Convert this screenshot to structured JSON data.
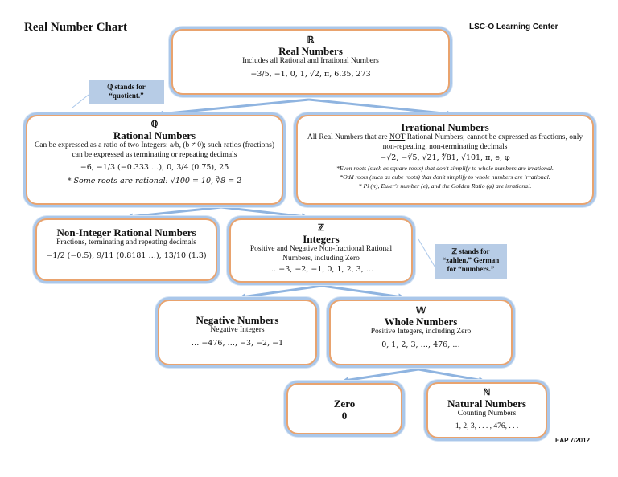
{
  "header": {
    "title": "Real Number Chart",
    "center": "LSC-O Learning Center",
    "credit": "EAP 7/2012"
  },
  "real": {
    "symbol": "ℝ",
    "name": "Real Numbers",
    "desc": "Includes all Rational and Irrational Numbers",
    "examples": "−3/5, −1, 0, 1, √2, π, 6.35, 273"
  },
  "rational": {
    "symbol": "ℚ",
    "name": "Rational Numbers",
    "desc": "Can be expressed as a ratio of two Integers: a/b, (b ≠ 0); such ratios (fractions) can be expressed as terminating or repeating decimals",
    "examples": "−6, −1/3 (−0.333 …), 0, 3/4 (0.75), 25",
    "note": "* Some roots are rational: √100 = 10, ∛8 = 2"
  },
  "irrational": {
    "name": "Irrational Numbers",
    "desc_pre": "All Real Numbers that are ",
    "desc_not": "NOT",
    "desc_post": " Rational Numbers; cannot be expressed as fractions, only non-repeating, non-terminating decimals",
    "examples": "−√2, −∛5, √21, ∜81, √101, π, e, φ",
    "note1": "*Even roots (such as square roots) that don't simplify to whole numbers are irrational.",
    "note2": "*Odd roots (such as cube roots) that don't simplify to whole numbers are irrational.",
    "note3": "* Pi (π), Euler's number (e), and the Golden Ratio (φ) are irrational."
  },
  "non_integer": {
    "name": "Non-Integer Rational Numbers",
    "desc": "Fractions, terminating and repeating decimals",
    "examples": "−1/2 (−0.5), 9/11 (0.8181 …), 13/10 (1.3)"
  },
  "integers": {
    "symbol": "ℤ",
    "name": "Integers",
    "desc": "Positive and Negative Non-fractional Rational Numbers, including Zero",
    "examples": "… −3, −2, −1, 0, 1, 2, 3, …"
  },
  "negative": {
    "name": "Negative Numbers",
    "desc": "Negative Integers",
    "examples": "… −476, …, −3, −2, −1"
  },
  "whole": {
    "symbol": "𝕎",
    "name": "Whole Numbers",
    "desc": "Positive Integers, including Zero",
    "examples": "0, 1, 2, 3, …, 476, …"
  },
  "zero": {
    "name": "Zero",
    "value": "0"
  },
  "natural": {
    "symbol": "ℕ",
    "name": "Natural Numbers",
    "desc": "Counting Numbers",
    "examples": "1, 2, 3, . . . , 476, . . ."
  },
  "callouts": {
    "q_symbol": "ℚ",
    "q_text": " stands for “quotient.”",
    "z_symbol": "ℤ",
    "z_text": " stands for “zahlen,” German for “numbers.”"
  },
  "colors": {
    "box_border": "#e9a36e",
    "box_glow": "#aac7ea",
    "arrow": "#8fb4e0",
    "callout_bg": "#b7cce6"
  }
}
